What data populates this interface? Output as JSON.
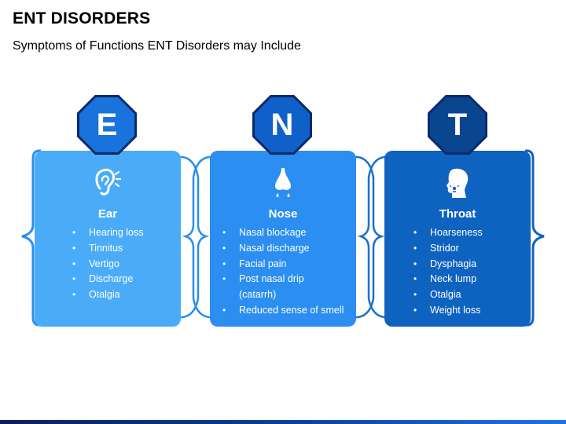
{
  "title": "ENT DISORDERS",
  "subtitle": "Symptoms of Functions ENT Disorders may Include",
  "colors": {
    "card_ear": "#4aacf8",
    "card_nose": "#2b8ef0",
    "card_throat": "#0f63c0",
    "octagon_border": "#0a2a6a"
  },
  "cards": [
    {
      "letter": "E",
      "icon": "ear-icon",
      "heading": "Ear",
      "items": [
        "Hearing loss",
        "Tinnitus",
        "Vertigo",
        "Discharge",
        "Otalgia"
      ]
    },
    {
      "letter": "N",
      "icon": "nose-icon",
      "heading": "Nose",
      "items": [
        "Nasal blockage",
        "Nasal discharge",
        "Facial pain",
        "Post nasal drip (catarrh)",
        "Reduced sense of smell"
      ]
    },
    {
      "letter": "T",
      "icon": "throat-icon",
      "heading": "Throat",
      "items": [
        "Hoarseness",
        "Stridor",
        "Dysphagia",
        "Neck lump",
        "Otalgia",
        "Weight loss"
      ]
    }
  ]
}
